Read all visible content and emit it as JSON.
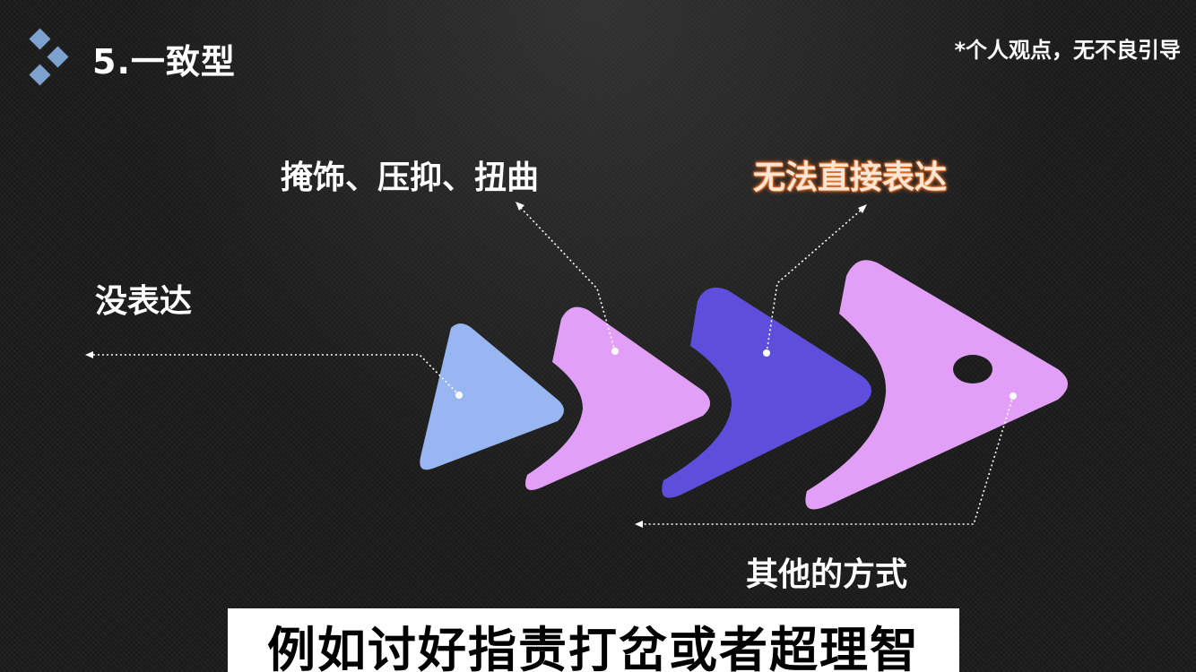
{
  "slide": {
    "title": "5.一致型",
    "disclaimer": "*个人观点，无不良引导",
    "subtitle": "例如讨好指责打岔或者超理智"
  },
  "labels": {
    "masking": "掩饰、压抑、扭曲",
    "indirect": "无法直接表达",
    "none": "没表达",
    "other": "其他的方式"
  },
  "colors": {
    "light_blue": "#98b6f2",
    "pink": "#e19ff7",
    "indigo": "#5d4fdc",
    "indirect_label_glow": "#e07a35",
    "background": "#1a1a1a"
  },
  "icons": {
    "logo": "diamond-cluster-icon"
  }
}
